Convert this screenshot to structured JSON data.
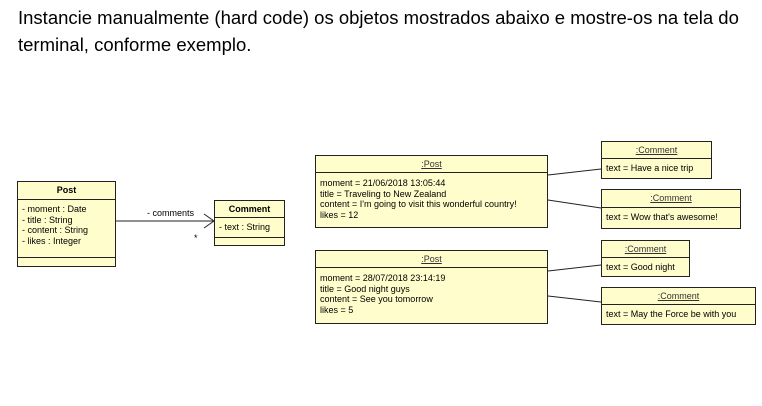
{
  "instructions": "Instancie manualmente (hard code) os objetos mostrados abaixo e mostre-os na tela do terminal, conforme exemplo.",
  "class_diagram": {
    "post_class": {
      "name": "Post",
      "attributes": [
        "- moment : Date",
        "- title : String",
        "- content : String",
        "- likes : Integer"
      ]
    },
    "comment_class": {
      "name": "Comment",
      "attributes": [
        "- text : String"
      ]
    },
    "association": {
      "role": "- comments",
      "multiplicity": "*"
    }
  },
  "object_diagram": {
    "post1": {
      "header": ":Post",
      "fields": [
        "moment = 21/06/2018 13:05:44",
        "title = Traveling to New Zealand",
        "content = I'm going to visit this wonderful country!",
        "likes = 12"
      ]
    },
    "post2": {
      "header": ":Post",
      "fields": [
        "moment = 28/07/2018 23:14:19",
        "title = Good night guys",
        "content = See you tomorrow",
        "likes = 5"
      ]
    },
    "comments": [
      {
        "header": ":Comment",
        "text": "text = Have a nice trip"
      },
      {
        "header": ":Comment",
        "text": "text = Wow that's awesome!"
      },
      {
        "header": ":Comment",
        "text": "text = Good night"
      },
      {
        "header": ":Comment",
        "text": "text = May the Force be with you"
      }
    ]
  }
}
